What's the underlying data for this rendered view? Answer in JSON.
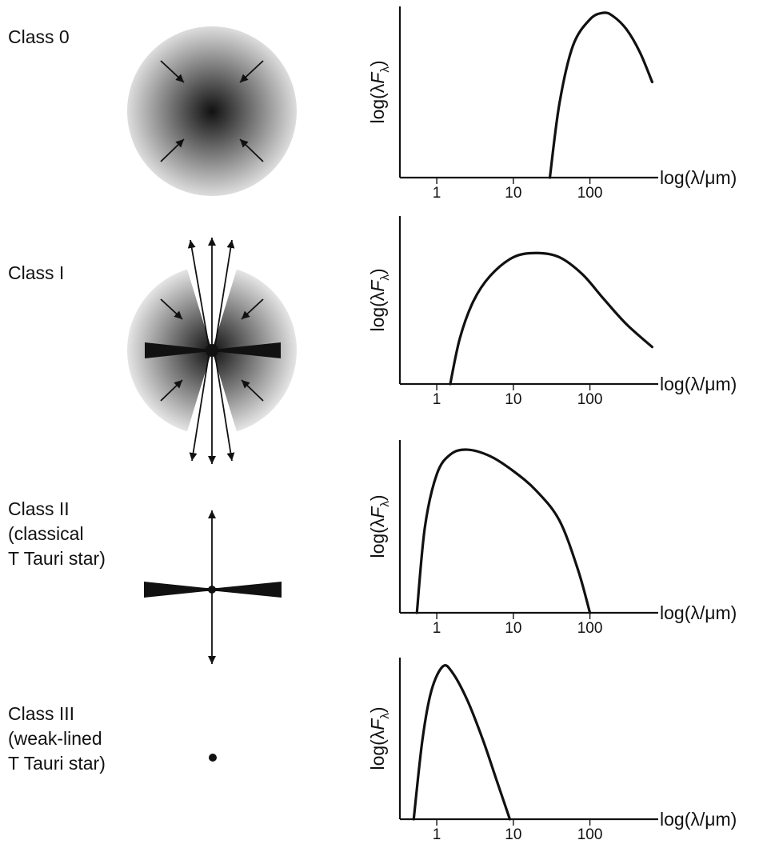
{
  "classes": [
    {
      "title": "Class 0",
      "subtitle_1": "",
      "subtitle_2": "",
      "chart_data": {
        "type": "line",
        "title": "",
        "xlabel": "log(λ/μm)",
        "ylabel": "log(λF_λ)",
        "xscale": "log",
        "xticks": [
          "1",
          "10",
          "100"
        ],
        "series": [
          {
            "name": "",
            "x": [
              30,
              40,
              60,
              100,
              150,
              200,
              300,
              450,
              650
            ],
            "y": [
              0.0,
              0.45,
              0.8,
              0.96,
              1.0,
              0.98,
              0.9,
              0.76,
              0.58
            ]
          }
        ]
      }
    },
    {
      "title": "Class I",
      "subtitle_1": "",
      "subtitle_2": "",
      "chart_data": {
        "type": "line",
        "title": "",
        "xlabel": "log(λ/μm)",
        "ylabel": "log(λF_λ)",
        "xscale": "log",
        "xticks": [
          "1",
          "10",
          "100"
        ],
        "series": [
          {
            "name": "",
            "x": [
              1.5,
              2,
              3,
              5,
              10,
              20,
              40,
              80,
              150,
              300,
              650
            ],
            "y": [
              0.0,
              0.32,
              0.58,
              0.76,
              0.89,
              0.92,
              0.89,
              0.77,
              0.6,
              0.42,
              0.26
            ]
          }
        ]
      }
    },
    {
      "title": "Class II",
      "subtitle_1": "(classical",
      "subtitle_2": "T Tauri star)",
      "chart_data": {
        "type": "line",
        "title": "",
        "xlabel": "log(λ/μm)",
        "ylabel": "log(λF_λ)",
        "xscale": "log",
        "xticks": [
          "1",
          "10",
          "100"
        ],
        "series": [
          {
            "name": "",
            "x": [
              0.55,
              0.7,
              1,
              1.5,
              2.5,
              5,
              10,
              20,
              40,
              70,
              100
            ],
            "y": [
              0.0,
              0.52,
              0.84,
              0.96,
              0.99,
              0.95,
              0.86,
              0.74,
              0.56,
              0.26,
              0.0
            ]
          }
        ]
      }
    },
    {
      "title": "Class III",
      "subtitle_1": "(weak-lined",
      "subtitle_2": "T Tauri star)",
      "chart_data": {
        "type": "line",
        "title": "",
        "xlabel": "log(λ/μm)",
        "ylabel": "log(λF_λ)",
        "xscale": "log",
        "xticks": [
          "1",
          "10",
          "100"
        ],
        "series": [
          {
            "name": "",
            "x": [
              0.5,
              0.65,
              0.85,
              1.2,
              1.6,
              2.5,
              4,
              6,
              9
            ],
            "y": [
              0.0,
              0.52,
              0.84,
              1.0,
              0.96,
              0.78,
              0.52,
              0.26,
              0.0
            ]
          }
        ]
      }
    }
  ]
}
